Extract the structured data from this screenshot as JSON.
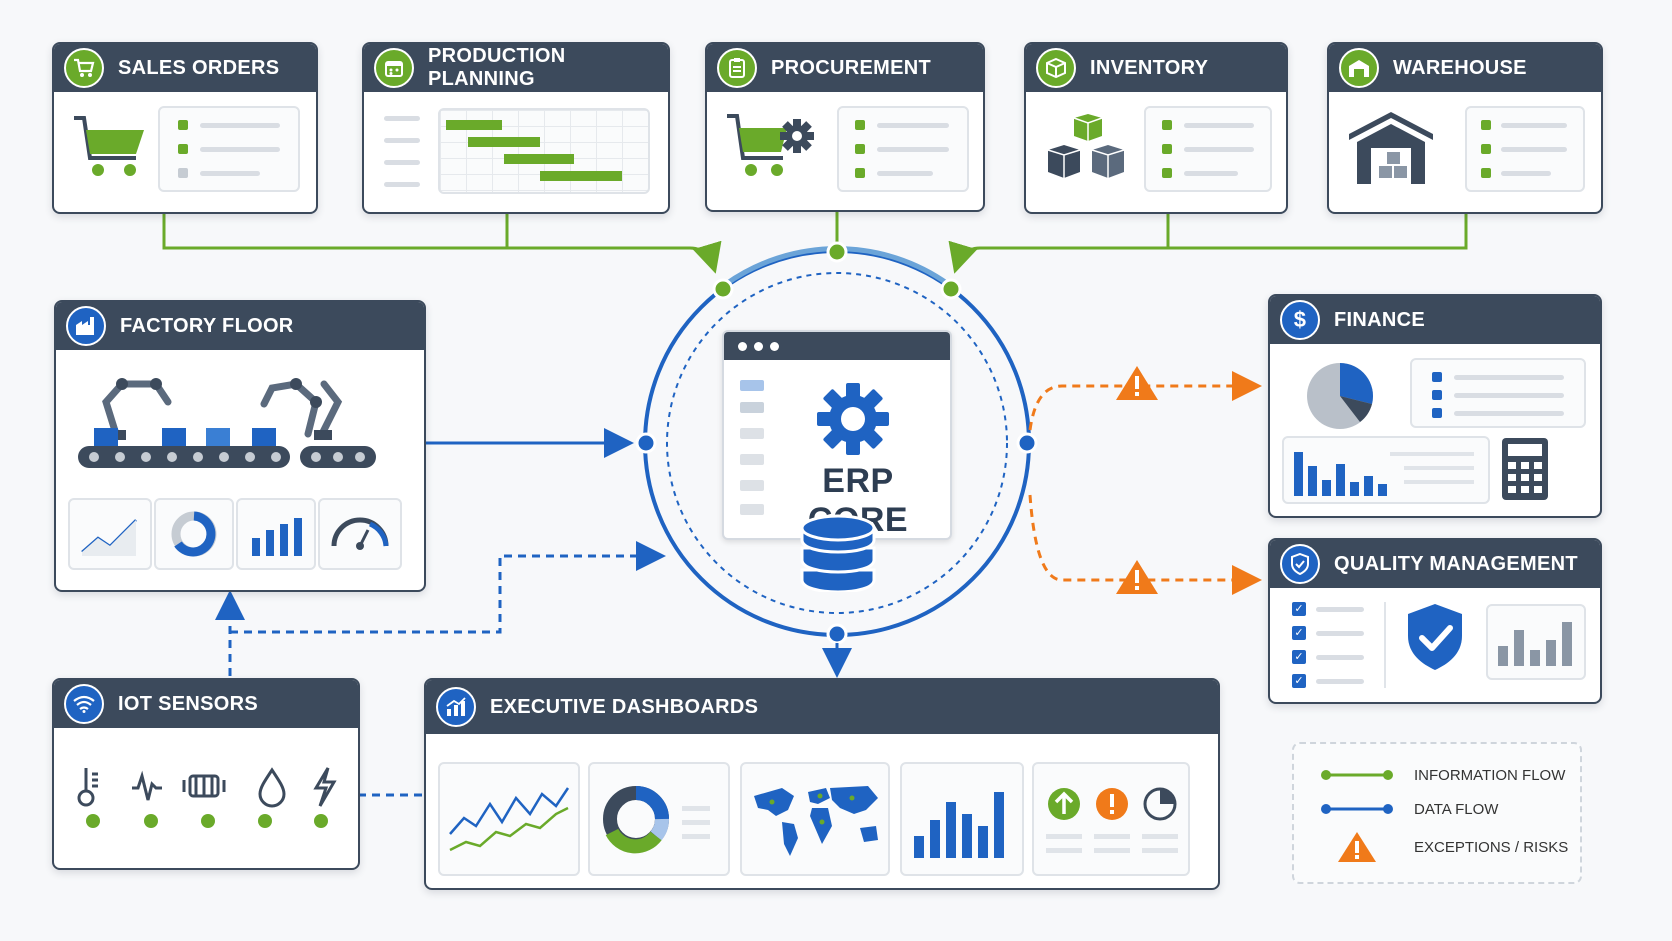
{
  "modules": {
    "sales_orders": "SALES ORDERS",
    "production_planning": "PRODUCTION PLANNING",
    "procurement": "PROCUREMENT",
    "inventory": "INVENTORY",
    "warehouse": "WAREHOUSE",
    "factory_floor": "FACTORY FLOOR",
    "finance": "FINANCE",
    "quality_management": "QUALITY MANAGEMENT",
    "iot_sensors": "IOT SENSORS",
    "executive_dashboards": "EXECUTIVE DASHBOARDS"
  },
  "core": {
    "title": "ERP CORE"
  },
  "legend": {
    "information_flow": "INFORMATION FLOW",
    "data_flow": "DATA FLOW",
    "exceptions": "EXCEPTIONS / RISKS"
  },
  "colors": {
    "header": "#3c4a5c",
    "green": "#6aaa2a",
    "blue": "#1f63c2",
    "orange": "#f07a1a"
  }
}
